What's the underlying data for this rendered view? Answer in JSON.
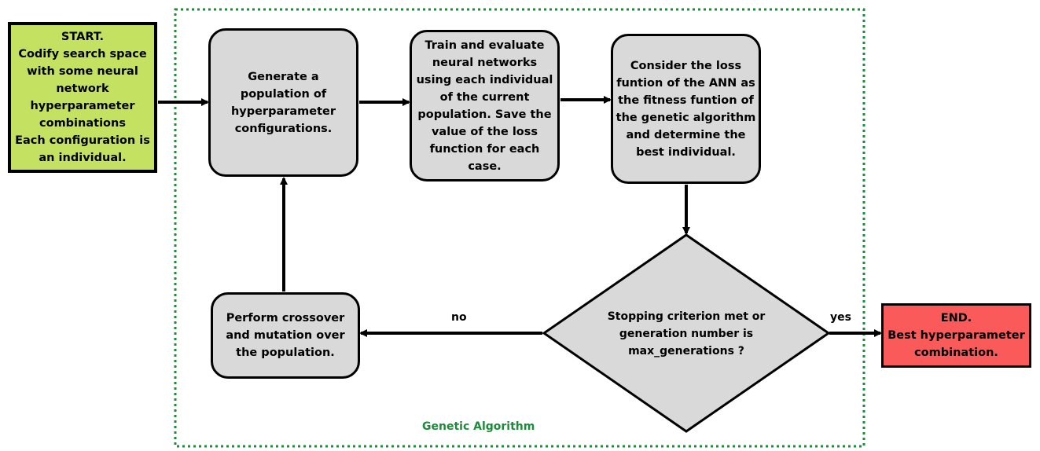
{
  "start_node": {
    "text": "START.\nCodify search space\nwith some neural\nnetwork\nhyperparameter\ncombinations\nEach configuration is\nan individual."
  },
  "process_nodes": {
    "generate": "Generate a\npopulation of\nhyperparameter\nconfigurations.",
    "train": "Train and evaluate\nneural networks\nusing each individual\nof the current\npopulation. Save the\nvalue of the loss\nfunction for each\ncase.",
    "consider": "Consider the loss\nfuntion of the ANN as\nthe fitness funtion of\nthe genetic algorithm\nand determine the\nbest individual.",
    "crossover": "Perform crossover\nand mutation over\nthe population."
  },
  "decision_node": {
    "text": "Stopping criterion met or\ngeneration number is\nmax_generations ?"
  },
  "end_node": {
    "text": "END.\nBest hyperparameter\ncombination."
  },
  "edge_labels": {
    "no": "no",
    "yes": "yes"
  },
  "group": {
    "label": "Genetic Algorithm"
  },
  "colors": {
    "start_fill": "#c5e162",
    "end_fill": "#fa5a5a",
    "process_fill": "#d9d9d9",
    "group_border": "#1e8a3a",
    "stroke": "#000000"
  }
}
